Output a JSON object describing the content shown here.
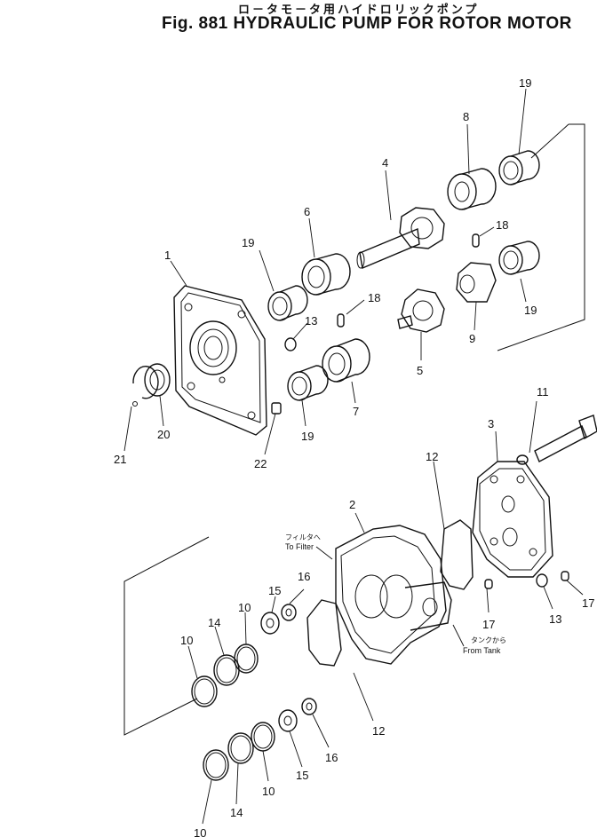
{
  "header": {
    "title_jp": "ロ－タモ－タ用ハイドロリックポンプ",
    "title_en": "Fig. 881 HYDRAULIC PUMP FOR ROTOR MOTOR"
  },
  "notes": {
    "to_filter_jp": "フィルタへ",
    "to_filter": "To Filter",
    "from_tank_jp": "タンクから",
    "from_tank": "From Tank"
  },
  "callouts": {
    "c1": "1",
    "c2": "2",
    "c3": "3",
    "c4": "4",
    "c5": "5",
    "c6": "6",
    "c7": "7",
    "c8": "8",
    "c9": "9",
    "c10a": "10",
    "c10b": "10",
    "c10c": "10",
    "c10d": "10",
    "c11": "11",
    "c12a": "12",
    "c12b": "12",
    "c13a": "13",
    "c13b": "13",
    "c14a": "14",
    "c14b": "14",
    "c15a": "15",
    "c15b": "15",
    "c16a": "16",
    "c16b": "16",
    "c17a": "17",
    "c17b": "17",
    "c18a": "18",
    "c18b": "18",
    "c19a": "19",
    "c19b": "19",
    "c19c": "19",
    "c19d": "19",
    "c20": "20",
    "c21": "21",
    "c22": "22"
  }
}
